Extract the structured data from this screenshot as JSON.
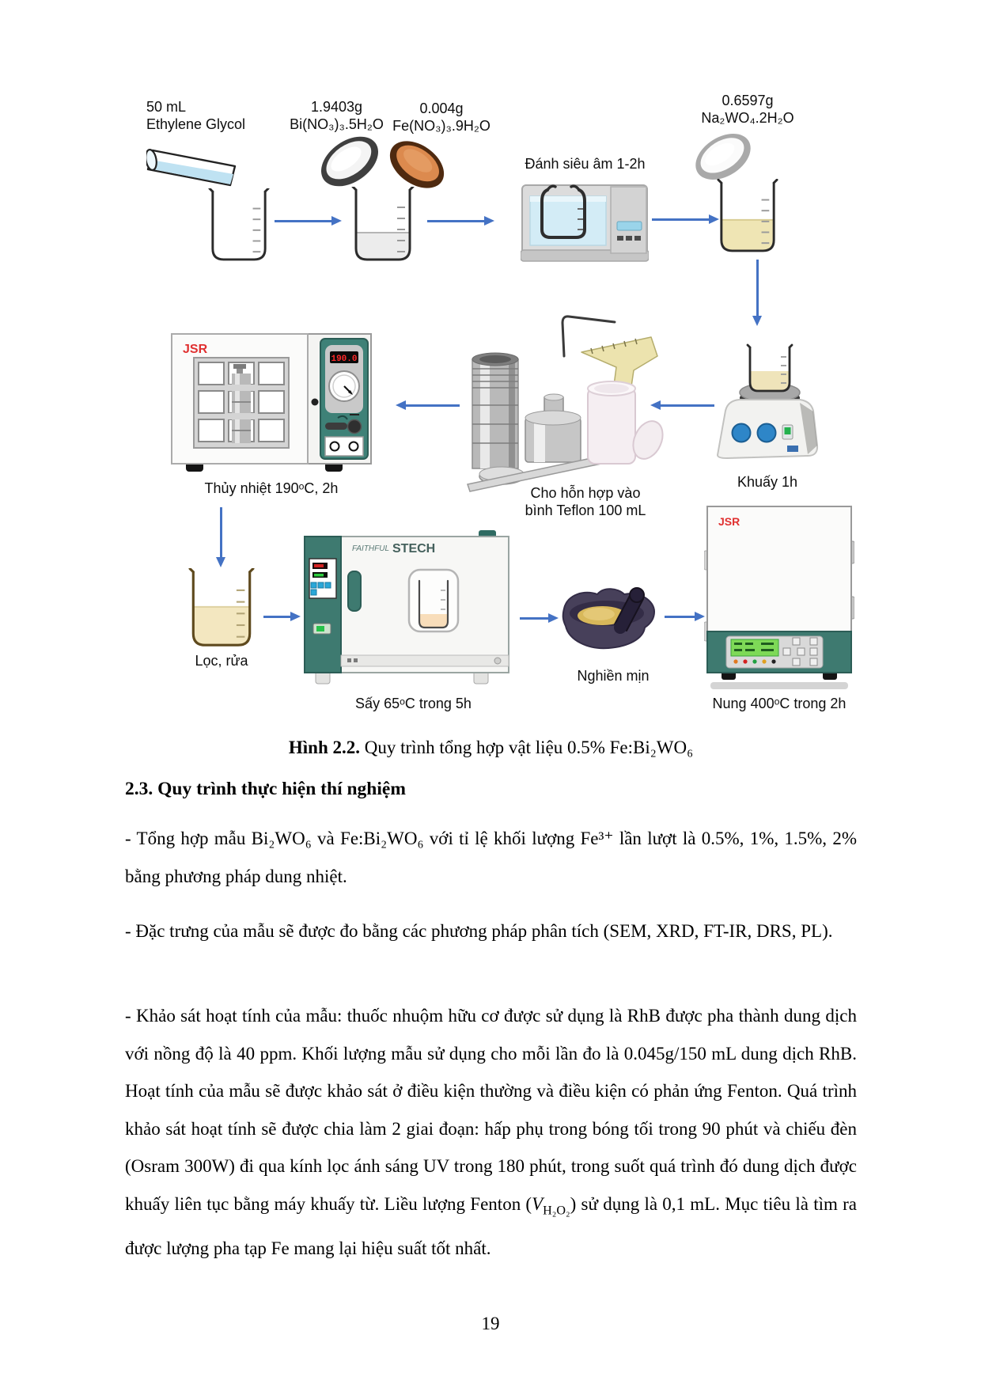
{
  "page": {
    "number": "19"
  },
  "colors": {
    "arrow_blue": "#4472C4",
    "equipment_teal": "#3E8177",
    "jsr_red": "#E03030",
    "led_red": "#FF2A2A",
    "lcd_green": "#7ED957"
  },
  "diagram": {
    "labels": {
      "eg_line1": "50 mL",
      "eg_line2": "Ethylene Glycol",
      "bi_mass": "1.9403g",
      "bi_formula": "Bi(NO₃)₃.5H₂O",
      "fe_mass": "0.004g",
      "fe_formula": "Fe(NO₃)₃.9H₂O",
      "ultrasonic": "Đánh siêu âm 1-2h",
      "na_mass": "0.6597g",
      "na_formula": "Na₂WO₄.2H₂O",
      "hydrothermal": "Thủy nhiệt 190ᵒC, 2h",
      "teflon_line1": "Cho hỗn hợp vào",
      "teflon_line2": "bình Teflon 100 mL",
      "stir": "Khuấy 1h",
      "filter": "Lọc, rửa",
      "dry": "Sấy 65ᵒC trong 5h",
      "grind": "Nghiền mịn",
      "calcine": "Nung 400ᵒC trong 2h",
      "oven_brand": "JSR",
      "oven_display": "190.0",
      "dryer_brand_italic": "FAITHFUL",
      "dryer_brand_bold": "STECH",
      "furnace_brand": "JSR"
    }
  },
  "caption": {
    "label": "Hình 2.2.",
    "text": " Quy trình tổng hợp vật liệu 0.5% Fe:Bi₂WO₆"
  },
  "section": {
    "heading": "2.3. Quy trình thực hiện thí nghiệm"
  },
  "body": {
    "p1": "- Tổng hợp mẫu Bi₂WO₆ và Fe:Bi₂WO₆ với tỉ lệ khối lượng Fe³⁺ lần lượt là 0.5%, 1%, 1.5%, 2% bằng phương pháp dung nhiệt.",
    "p2": "- Đặc trưng của mẫu sẽ được đo bằng các phương pháp phân tích (SEM, XRD, FT-IR, DRS, PL).",
    "p3_part1": "- Khảo sát hoạt tính của mẫu: thuốc nhuộm hữu cơ được sử dụng là RhB được pha thành dung dịch với nồng độ là 40 ppm. Khối lượng mẫu sử dụng cho mỗi lần đo là 0.045g/150 mL dung dịch RhB. Hoạt tính của mẫu sẽ được khảo sát ở điều kiện thường và điều kiện có phản ứng Fenton. Quá trình khảo sát hoạt tính sẽ được chia làm 2 giai đoạn: hấp phụ trong bóng tối trong 90 phút và chiếu đèn (Osram 300W) đi qua kính lọc ánh sáng UV trong 180 phút, trong suốt quá trình đó dung dịch được khuấy liên tục bằng máy khuấy từ. Liều lượng Fenton (",
    "p3_v": "V",
    "p3_vsub": "H₂O₂",
    "p3_part2": ") sử dụng là 0,1 mL. Mục tiêu là tìm ra được lượng pha tạp Fe mang lại hiệu suất tốt nhất."
  }
}
